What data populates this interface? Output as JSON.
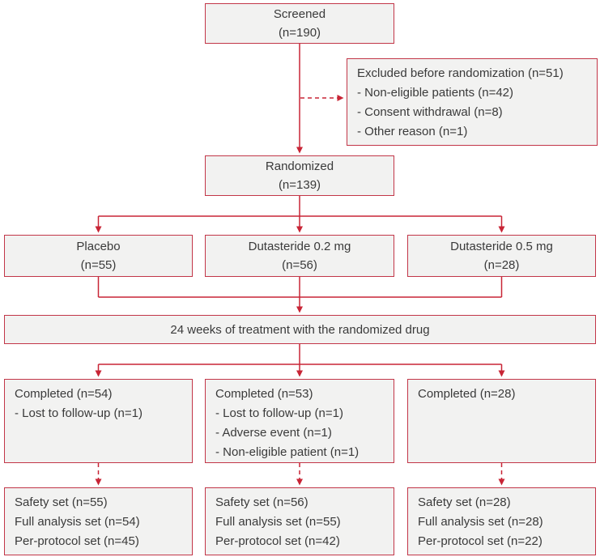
{
  "palette": {
    "box_border": "#c23648",
    "connector": "#c82536",
    "box_fill": "#f2f2f1",
    "text": "#3a3a3a"
  },
  "flowchart": {
    "screened": {
      "title": "Screened",
      "n": "(n=190)"
    },
    "excluded": {
      "title": "Excluded before randomization (n=51)",
      "items": [
        "- Non-eligible patients (n=42)",
        "- Consent withdrawal (n=8)",
        "- Other reason (n=1)"
      ]
    },
    "randomized": {
      "title": "Randomized",
      "n": "(n=139)"
    },
    "arms": [
      {
        "title": "Placebo",
        "n": "(n=55)"
      },
      {
        "title": "Dutasteride 0.2 mg",
        "n": "(n=56)"
      },
      {
        "title": "Dutasteride 0.5 mg",
        "n": "(n=28)"
      }
    ],
    "treatment": {
      "label": "24 weeks of treatment with the randomized drug"
    },
    "completed": [
      {
        "title": "Completed (n=54)",
        "items": [
          "- Lost to follow-up (n=1)"
        ]
      },
      {
        "title": "Completed (n=53)",
        "items": [
          "- Lost to follow-up (n=1)",
          "- Adverse event (n=1)",
          "- Non-eligible patient (n=1)"
        ]
      },
      {
        "title": "Completed (n=28)",
        "items": []
      }
    ],
    "analysis_sets": [
      {
        "lines": [
          "Safety set (n=55)",
          "Full analysis set (n=54)",
          "Per-protocol set (n=45)"
        ]
      },
      {
        "lines": [
          "Safety set (n=56)",
          "Full analysis set (n=55)",
          "Per-protocol set (n=42)"
        ]
      },
      {
        "lines": [
          "Safety set (n=28)",
          "Full analysis set (n=28)",
          "Per-protocol set (n=22)"
        ]
      }
    ]
  }
}
